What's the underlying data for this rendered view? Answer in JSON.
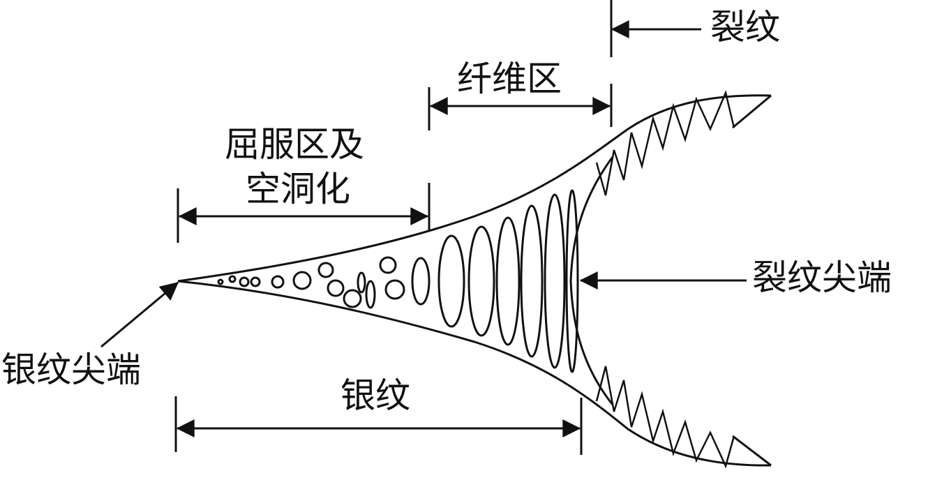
{
  "labels": {
    "crack": "裂纹",
    "fiber_zone": "纤维区",
    "yield_zone_line1": "屈服区及",
    "yield_zone_line2": "空洞化",
    "crack_tip": "裂纹尖端",
    "craze_tip": "银纹尖端",
    "craze": "银纹"
  },
  "colors": {
    "ink": "#111111",
    "background": "#ffffff"
  }
}
